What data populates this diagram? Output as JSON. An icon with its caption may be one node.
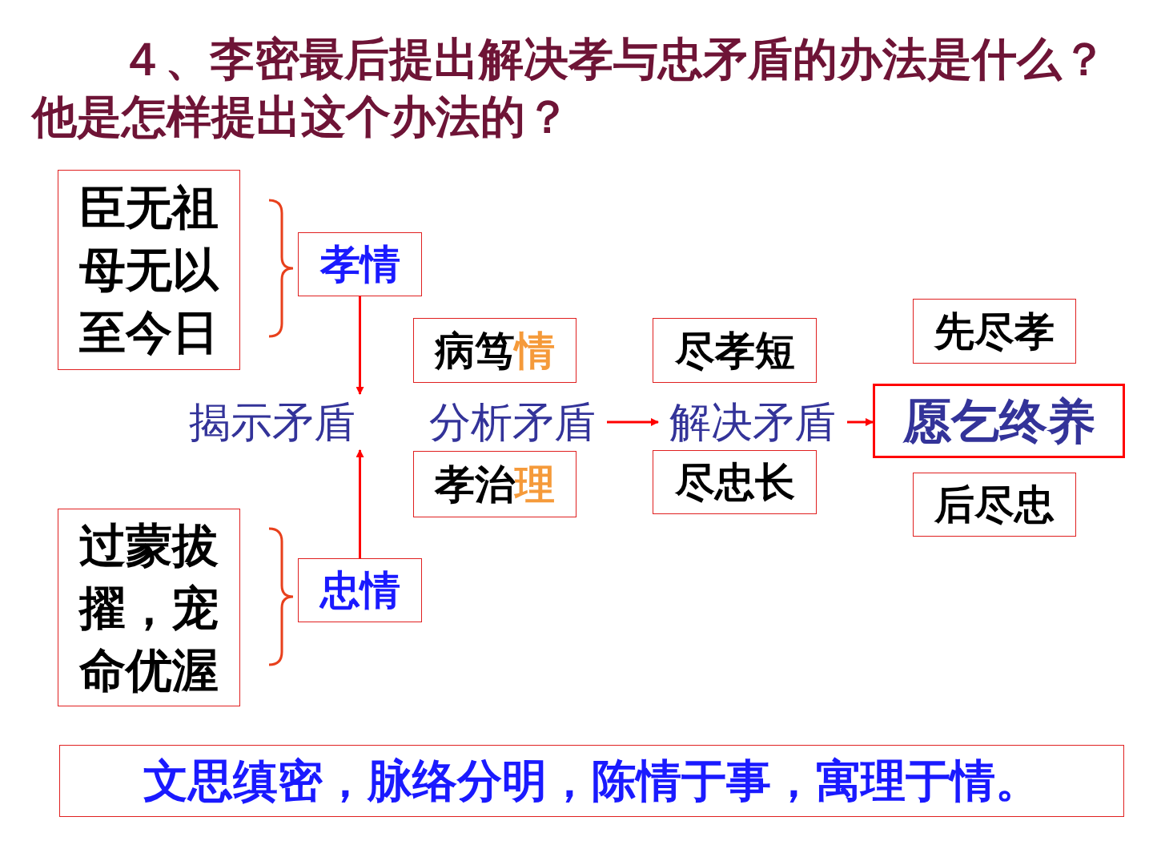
{
  "diagram": {
    "title": "４、李密最后提出解决孝与忠矛盾的办法是什么？他是怎样提出这个办法的？",
    "nodes": [
      {
        "text": [
          "臣无祖母无以至今日"
        ]
      },
      {
        "text": [
          "孝情"
        ]
      },
      {
        "text": [
          "过蒙拔擢，宠命优渥"
        ]
      },
      {
        "text": [
          "忠情"
        ]
      },
      {
        "text": [
          "揭示矛盾"
        ]
      },
      {
        "text": [
          "分析矛盾"
        ]
      },
      {
        "text": [
          "解决矛盾"
        ]
      },
      {
        "text": [
          "病笃情"
        ]
      },
      {
        "text": [
          "孝治理"
        ]
      },
      {
        "text": [
          "尽孝短"
        ]
      },
      {
        "text": [
          "尽忠长"
        ]
      },
      {
        "text": [
          "先尽孝"
        ]
      },
      {
        "text": [
          "愿乞终养"
        ]
      },
      {
        "text": [
          "后尽忠"
        ]
      },
      {
        "text": [
          "文思缜密，脉络分明，陈情于事，寓理于情。"
        ]
      }
    ],
    "edges": [
      {
        "from": 1,
        "to": 4,
        "arrow": "to"
      },
      {
        "from": 3,
        "to": 4,
        "arrow": "to"
      },
      {
        "from": 5,
        "to": 6,
        "arrow": "to"
      },
      {
        "from": 6,
        "to": 12,
        "arrow": "to"
      }
    ]
  }
}
